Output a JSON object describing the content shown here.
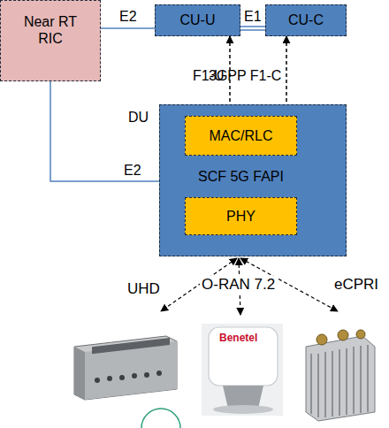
{
  "diagram": {
    "nodes": [
      {
        "text": [
          "Near RT RIC"
        ]
      },
      {
        "text": [
          "CU-U"
        ]
      },
      {
        "text": [
          "CU-C"
        ]
      },
      {
        "text": [
          "DU"
        ]
      },
      {
        "text": [
          "MAC/RLC"
        ],
        "in": 3
      },
      {
        "text": [
          "PHY"
        ],
        "in": 3
      }
    ],
    "edges": [
      {
        "from": 0,
        "to": 1,
        "label": "E2",
        "arrow": "none"
      },
      {
        "from": 1,
        "to": 2,
        "label": "E1",
        "arrow": "none"
      },
      {
        "from": 1,
        "to": 4,
        "label": "F1-U",
        "arrow": "both"
      },
      {
        "from": 2,
        "to": 4,
        "label": "3GPP F1-C",
        "arrow": "both"
      },
      {
        "from": 0,
        "to": 3,
        "label": "E2",
        "arrow": "none"
      },
      {
        "from": 4,
        "to": 5,
        "label": "SCF 5G FAPI",
        "arrow": "both"
      }
    ],
    "labels": [
      "UHD",
      "O-RAN 7.2",
      "eCPRI",
      "Benetel"
    ]
  }
}
